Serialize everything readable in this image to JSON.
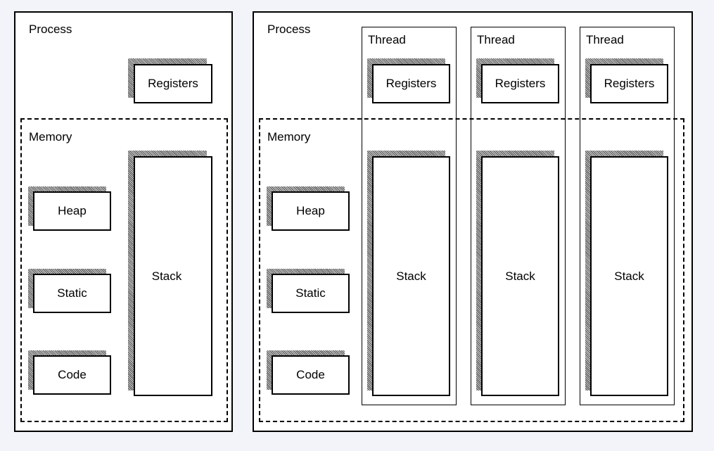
{
  "left_process": {
    "title": "Process",
    "memory_label": "Memory",
    "registers": "Registers",
    "heap": "Heap",
    "static": "Static",
    "code": "Code",
    "stack": "Stack"
  },
  "right_process": {
    "title": "Process",
    "memory_label": "Memory",
    "heap": "Heap",
    "static": "Static",
    "code": "Code",
    "threads": [
      {
        "title": "Thread",
        "registers": "Registers",
        "stack": "Stack"
      },
      {
        "title": "Thread",
        "registers": "Registers",
        "stack": "Stack"
      },
      {
        "title": "Thread",
        "registers": "Registers",
        "stack": "Stack"
      }
    ]
  },
  "colors": {
    "page_background": "#f3f4fa",
    "box_fill": "#ffffff",
    "line": "#000000"
  }
}
